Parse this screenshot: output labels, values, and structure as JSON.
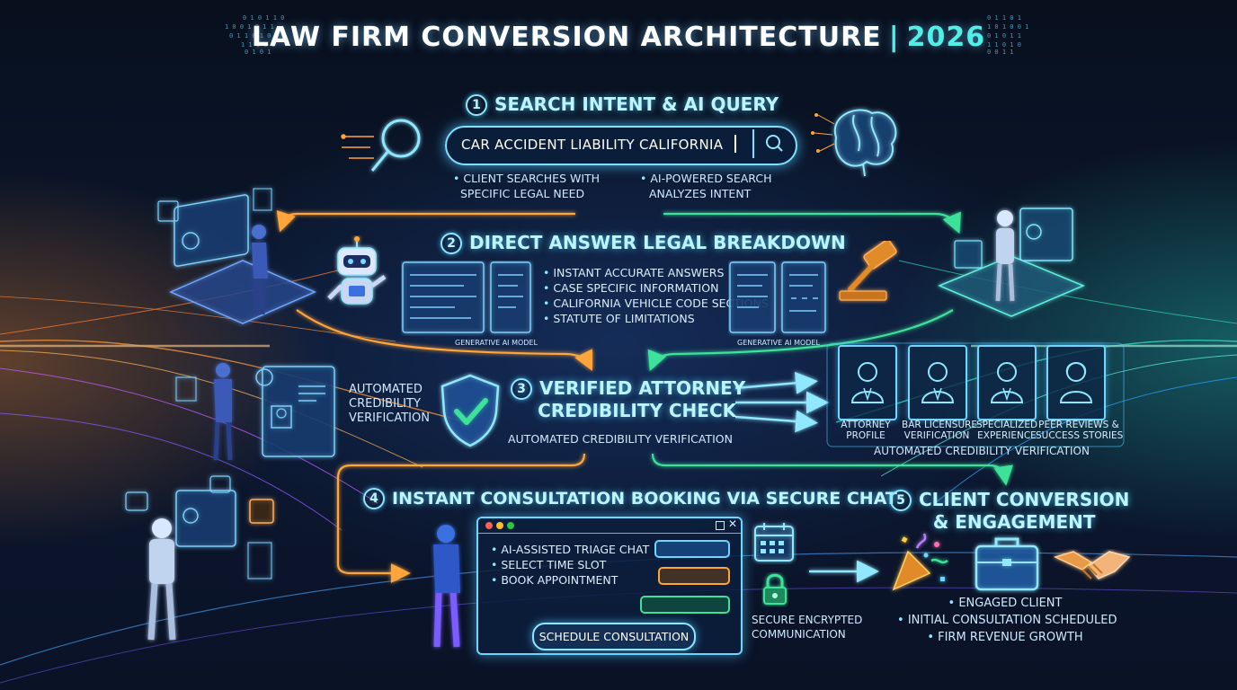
{
  "title": {
    "main": "LAW FIRM CONVERSION ARCHITECTURE",
    "separator": "|",
    "year": "2026"
  },
  "step1": {
    "number": "1",
    "heading": "SEARCH INTENT & AI QUERY",
    "search_query": "CAR ACCIDENT LIABILITY CALIFORNIA",
    "left_caption": [
      "CLIENT SEARCHES WITH",
      "SPECIFIC LEGAL NEED"
    ],
    "right_caption": [
      "AI-POWERED SEARCH",
      "ANALYZES INTENT"
    ]
  },
  "step2": {
    "number": "2",
    "heading": "DIRECT ANSWER LEGAL BREAKDOWN",
    "bullets": [
      "INSTANT ACCURATE ANSWERS",
      "CASE SPECIFIC INFORMATION",
      "CALIFORNIA VEHICLE CODE SECTIONS",
      "STATUTE OF LIMITATIONS"
    ],
    "left_model_label": "GENERATIVE AI MODEL",
    "right_model_label": "GENERATIVE AI MODEL"
  },
  "step3": {
    "number": "3",
    "heading_line1": "VERIFIED ATTORNEY",
    "heading_line2": "CREDIBILITY CHECK",
    "caption_center": "AUTOMATED CREDIBILITY VERIFICATION",
    "caption_left": [
      "AUTOMATED",
      "CREDIBILITY",
      "VERIFICATION"
    ],
    "caption_right": "AUTOMATED CREDIBILITY VERIFICATION",
    "cards": [
      {
        "label": [
          "ATTORNEY",
          "PROFILE"
        ]
      },
      {
        "label": [
          "BAR LICENSURE",
          "VERIFICATION"
        ]
      },
      {
        "label": [
          "SPECIALIZED",
          "EXPERIENCE"
        ]
      },
      {
        "label": [
          "PEER REVIEWS &",
          "SUCCESS STORIES"
        ]
      }
    ]
  },
  "step4": {
    "number": "4",
    "heading": "INSTANT CONSULTATION BOOKING VIA SECURE CHAT",
    "bullets": [
      "AI-ASSISTED TRIAGE CHAT",
      "SELECT TIME SLOT",
      "BOOK APPOINTMENT"
    ],
    "button_label": "SCHEDULE CONSULTATION",
    "secure_caption": [
      "SECURE ENCRYPTED",
      "COMMUNICATION"
    ]
  },
  "step5": {
    "number": "5",
    "heading_line1": "CLIENT CONVERSION",
    "heading_line2": "& ENGAGEMENT",
    "bullets": [
      "ENGAGED CLIENT",
      "INITIAL CONSULTATION SCHEDULED",
      "FIRM REVENUE GROWTH"
    ]
  },
  "colors": {
    "accent_cyan": "#6fd6ff",
    "accent_orange": "#ffa53a",
    "accent_green": "#3ee29a",
    "accent_purple": "#b77cff",
    "year": "#4ff0e6"
  },
  "icons": [
    "magnifier-icon",
    "brain-icon",
    "robot-icon",
    "gavel-icon",
    "shield-check-icon",
    "attorney-icon",
    "calendar-icon",
    "lock-icon",
    "party-popper-icon",
    "briefcase-icon",
    "handshake-icon",
    "person-icon",
    "search-icon"
  ]
}
